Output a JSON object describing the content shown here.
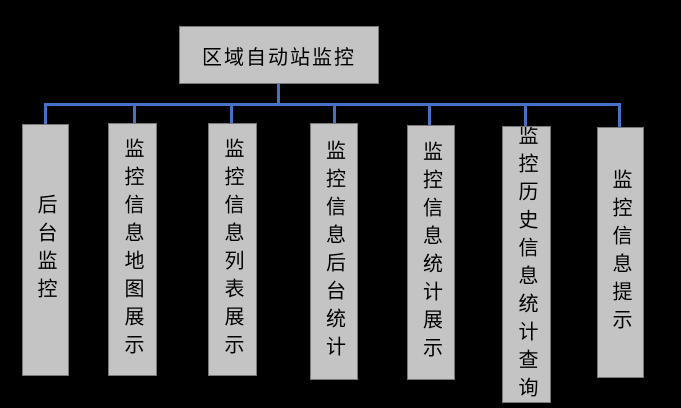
{
  "diagram": {
    "root": {
      "label": "区域自动站监控"
    },
    "children": [
      {
        "label": "后台监控"
      },
      {
        "label": "监控信息地图展示"
      },
      {
        "label": "监控信息列表展示"
      },
      {
        "label": "监控信息后台统计"
      },
      {
        "label": "监控信息统计展示"
      },
      {
        "label": "监控历史信息统计查询"
      },
      {
        "label": "监控信息提示"
      }
    ],
    "colors": {
      "background": "#000000",
      "box_fill": "#c4c4c4",
      "box_border": "#787878",
      "connector": "#4472c4",
      "text": "#000000"
    }
  }
}
